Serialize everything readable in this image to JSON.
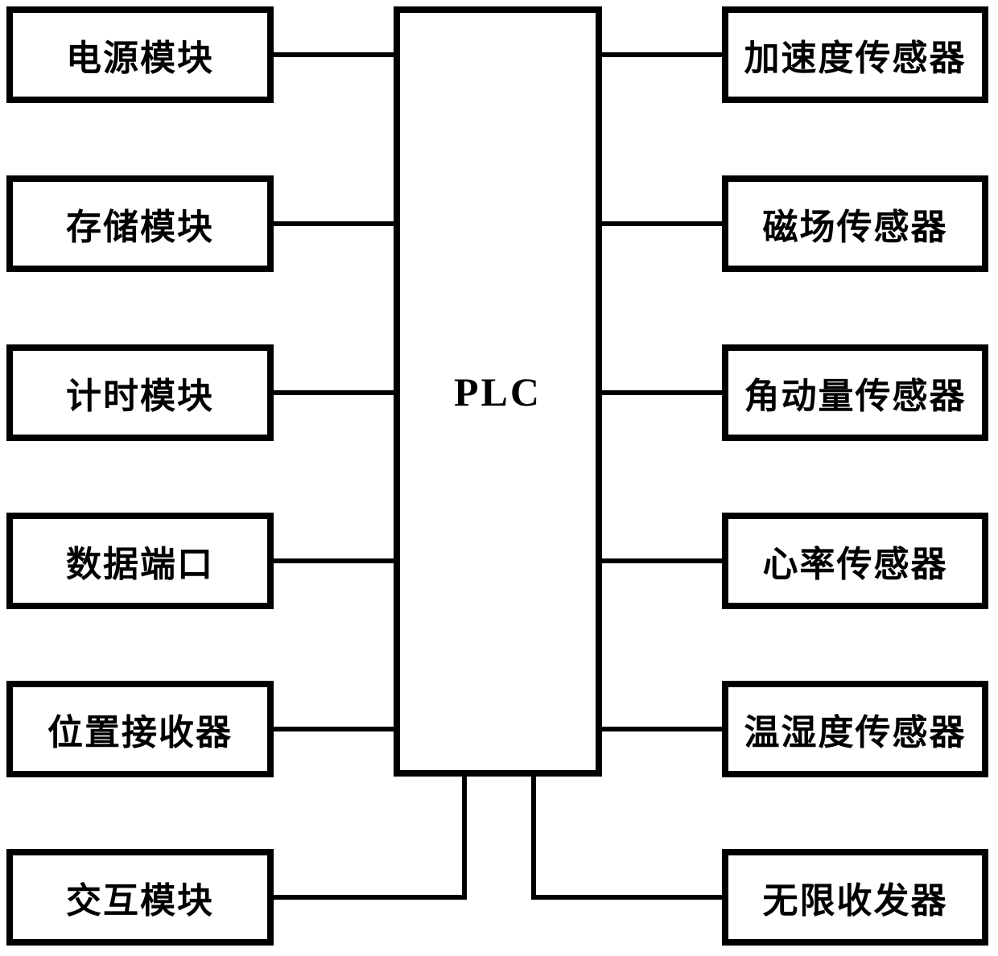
{
  "diagram": {
    "type": "block-diagram",
    "center": {
      "label": "PLC"
    },
    "left_modules": [
      {
        "label": "电源模块"
      },
      {
        "label": "存储模块"
      },
      {
        "label": "计时模块"
      },
      {
        "label": "数据端口"
      },
      {
        "label": "位置接收器"
      },
      {
        "label": "交互模块"
      }
    ],
    "right_modules": [
      {
        "label": "加速度传感器"
      },
      {
        "label": "磁场传感器"
      },
      {
        "label": "角动量传感器"
      },
      {
        "label": "心率传感器"
      },
      {
        "label": "温湿度传感器"
      },
      {
        "label": "无限收发器"
      }
    ],
    "connections": [
      {
        "from": "电源模块",
        "to": "PLC"
      },
      {
        "from": "存储模块",
        "to": "PLC"
      },
      {
        "from": "计时模块",
        "to": "PLC"
      },
      {
        "from": "数据端口",
        "to": "PLC"
      },
      {
        "from": "位置接收器",
        "to": "PLC"
      },
      {
        "from": "交互模块",
        "to": "PLC"
      },
      {
        "from": "PLC",
        "to": "加速度传感器"
      },
      {
        "from": "PLC",
        "to": "磁场传感器"
      },
      {
        "from": "PLC",
        "to": "角动量传感器"
      },
      {
        "from": "PLC",
        "to": "心率传感器"
      },
      {
        "from": "PLC",
        "to": "温湿度传感器"
      },
      {
        "from": "PLC",
        "to": "无限收发器"
      }
    ]
  },
  "colors": {
    "line": "#000000",
    "background": "#ffffff"
  }
}
